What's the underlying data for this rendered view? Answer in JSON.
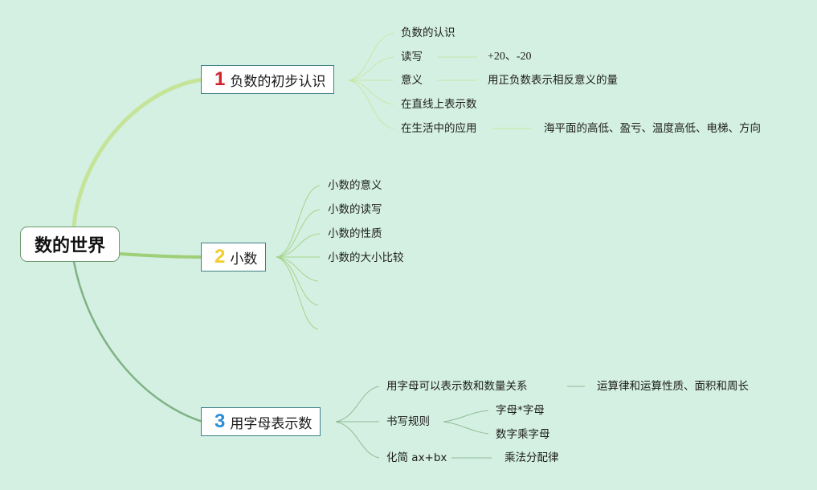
{
  "root": "数的世界",
  "colors": {
    "background": "#d4f0e2",
    "branch1": "#c5e49a",
    "branch2": "#9fcf78",
    "branch3": "#7fb285",
    "num1": "#d3202a",
    "num2": "#f2cd2b",
    "num3": "#2a8fd6"
  },
  "branches": [
    {
      "number": "1",
      "title": "负数的初步认识",
      "items": [
        {
          "label": "负数的认识",
          "detail": ""
        },
        {
          "label": "读写",
          "detail": "+20、-20"
        },
        {
          "label": "意义",
          "detail": "用正负数表示相反意义的量"
        },
        {
          "label": "在直线上表示数",
          "detail": ""
        },
        {
          "label": "在生活中的应用",
          "detail": "海平面的高低、盈亏、温度高低、电梯、方向"
        }
      ]
    },
    {
      "number": "2",
      "title": "小数",
      "items": [
        {
          "label": "小数的意义"
        },
        {
          "label": "小数的读写"
        },
        {
          "label": "小数的性质"
        },
        {
          "label": "小数的大小比较"
        },
        {
          "label": ""
        },
        {
          "label": ""
        },
        {
          "label": ""
        }
      ]
    },
    {
      "number": "3",
      "title": "用字母表示数",
      "items": [
        {
          "label": "用字母可以表示数和数量关系",
          "detail": "运算律和运算性质、面积和周长"
        },
        {
          "label": "书写规则",
          "subitems": [
            "字母*字母",
            "数字乘字母"
          ]
        },
        {
          "label": "化简 ax+bx",
          "detail": "乘法分配律"
        }
      ]
    }
  ]
}
